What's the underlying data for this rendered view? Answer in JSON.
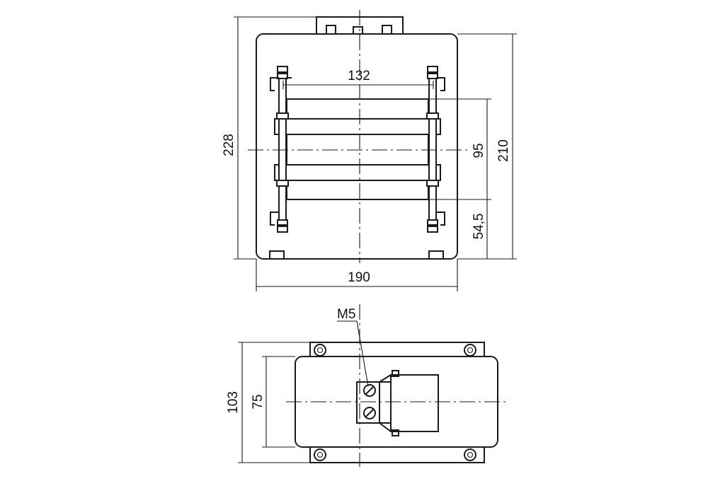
{
  "top_view": {
    "dim_width_inner": "132",
    "dim_overall_width": "190",
    "dim_overall_height": "228",
    "dim_body_height": "210",
    "dim_window_height": "95",
    "dim_bottom_offset": "54,5"
  },
  "bottom_view": {
    "thread_label": "M5",
    "dim_overall_depth": "103",
    "dim_body_depth": "75"
  }
}
